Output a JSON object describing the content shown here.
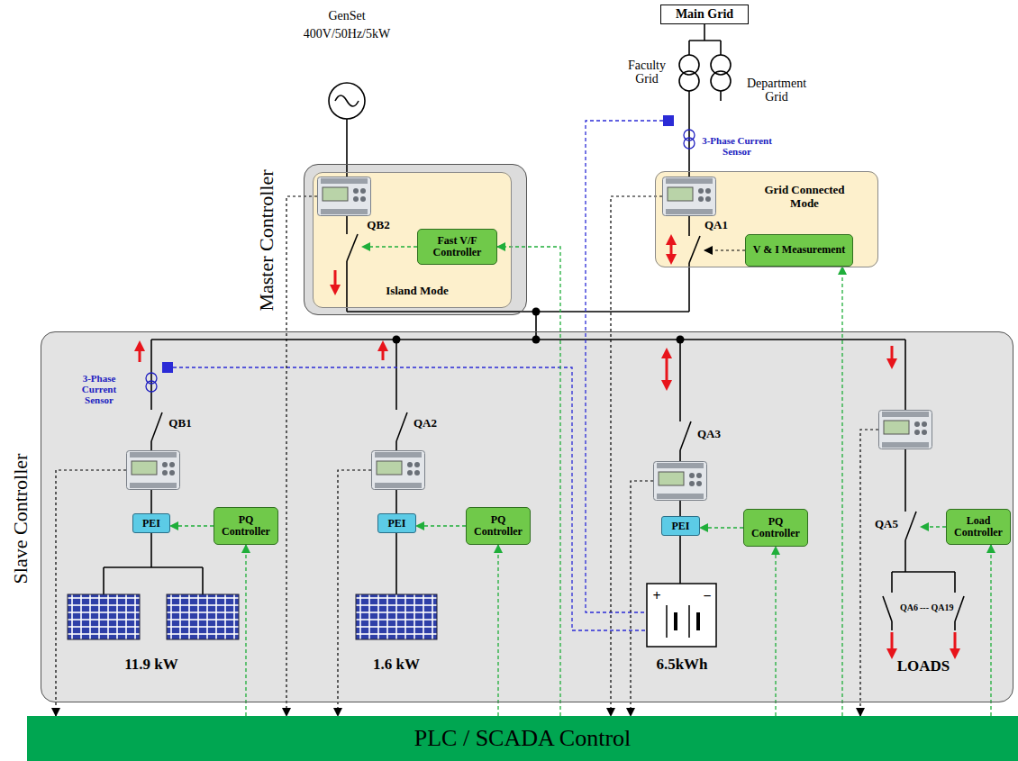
{
  "diagram": {
    "nodes": [
      {
        "text": [
          "Main Grid"
        ]
      },
      {
        "text": [
          "Master Controller"
        ]
      },
      {
        "text": [
          "Island Mode"
        ],
        "in": 1
      },
      {
        "text": [
          "Fast V/F Controller"
        ],
        "in": 2
      },
      {
        "text": [
          "Grid Connected Mode"
        ]
      },
      {
        "text": [
          "V & I Measurement"
        ],
        "in": 4
      },
      {
        "text": [
          "Slave Controller"
        ]
      },
      {
        "text": [
          "PEI"
        ],
        "in": 6
      },
      {
        "text": [
          "PQ Controller"
        ],
        "in": 6
      },
      {
        "text": [
          "PEI"
        ],
        "in": 6
      },
      {
        "text": [
          "PQ Controller"
        ],
        "in": 6
      },
      {
        "text": [
          "PEI"
        ],
        "in": 6
      },
      {
        "text": [
          "PQ Controller"
        ],
        "in": 6
      },
      {
        "text": [
          "Load Controller"
        ],
        "in": 6
      },
      {
        "text": [
          "PLC / SCADA Control"
        ]
      }
    ],
    "edges": [
      {
        "from": 8,
        "to": 7,
        "arrow": "to"
      },
      {
        "from": 10,
        "to": 9,
        "arrow": "to"
      },
      {
        "from": 12,
        "to": 11,
        "arrow": "to"
      },
      {
        "from": 14,
        "to": 8,
        "arrow": "to"
      },
      {
        "from": 14,
        "to": 10,
        "arrow": "to"
      },
      {
        "from": 14,
        "to": 12,
        "arrow": "to"
      },
      {
        "from": 14,
        "to": 13,
        "arrow": "to"
      },
      {
        "from": 14,
        "to": 3,
        "arrow": "to"
      },
      {
        "from": 14,
        "to": 5,
        "arrow": "to"
      }
    ],
    "labels": [
      "GenSet",
      "400V/50Hz/5kW",
      "Faculty Grid",
      "Department Grid",
      "3-Phase Current Sensor",
      "QB2",
      "QA1",
      "3-Phase Current Sensor",
      "QB1",
      "QA2",
      "QA3",
      "QA5",
      "11.9 kW",
      "1.6 kW",
      "+",
      "−",
      "6.5kWh",
      "QA6",
      "---",
      "QA19",
      "LOADS"
    ]
  }
}
